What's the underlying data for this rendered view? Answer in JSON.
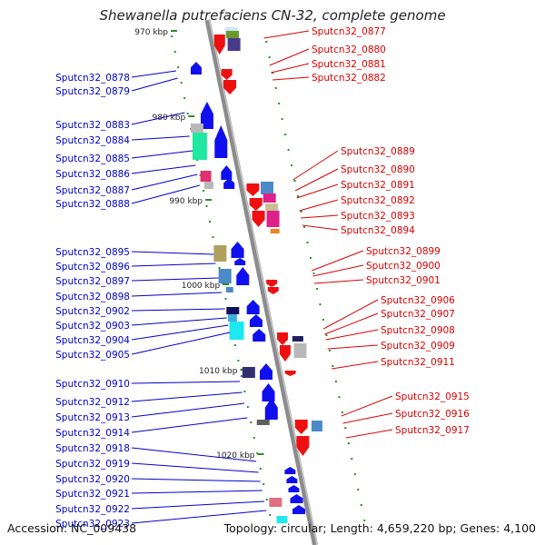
{
  "title": "Shewanella putrefaciens CN-32, complete genome",
  "footer": {
    "accession": "Accession: NC_009438",
    "summary": "Topology: circular; Length: 4,659,220 bp; Genes: 4,100"
  },
  "colors": {
    "backbone": "#8c8c8c",
    "forward_label": "#0000cc",
    "reverse_label": "#dd0000",
    "forward_gene": "#1010ee",
    "reverse_gene": "#ee1010",
    "tick": "#2e8b2e"
  },
  "scale_labels": [
    "970 kbp",
    "980 kbp",
    "990 kbp",
    "1000 kbp",
    "1010 kbp",
    "1020 kbp"
  ],
  "left_genes": [
    "Sputcn32_0878",
    "Sputcn32_0879",
    "Sputcn32_0883",
    "Sputcn32_0884",
    "Sputcn32_0885",
    "Sputcn32_0886",
    "Sputcn32_0887",
    "Sputcn32_0888",
    "Sputcn32_0895",
    "Sputcn32_0896",
    "Sputcn32_0897",
    "Sputcn32_0898",
    "Sputcn32_0902",
    "Sputcn32_0903",
    "Sputcn32_0904",
    "Sputcn32_0905",
    "Sputcn32_0910",
    "Sputcn32_0912",
    "Sputcn32_0913",
    "Sputcn32_0914",
    "Sputcn32_0918",
    "Sputcn32_0919",
    "Sputcn32_0920",
    "Sputcn32_0921",
    "Sputcn32_0922",
    "Sputcn32_0923"
  ],
  "right_genes": [
    "Sputcn32_0877",
    "Sputcn32_0880",
    "Sputcn32_0881",
    "Sputcn32_0882",
    "Sputcn32_0889",
    "Sputcn32_0890",
    "Sputcn32_0891",
    "Sputcn32_0892",
    "Sputcn32_0893",
    "Sputcn32_0894",
    "Sputcn32_0899",
    "Sputcn32_0900",
    "Sputcn32_0901",
    "Sputcn32_0906",
    "Sputcn32_0907",
    "Sputcn32_0908",
    "Sputcn32_0909",
    "Sputcn32_0911",
    "Sputcn32_0915",
    "Sputcn32_0916",
    "Sputcn32_0917"
  ]
}
